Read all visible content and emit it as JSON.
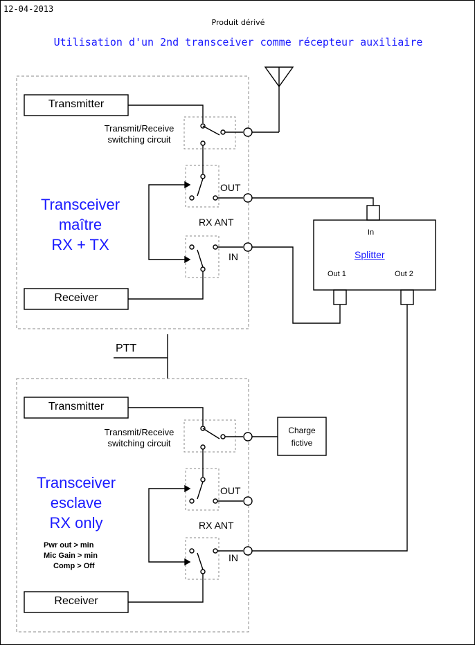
{
  "header": {
    "date": "12-04-2013",
    "subtitle": "Produit dérivé",
    "title": "Utilisation d'un 2nd transceiver comme récepteur auxiliaire"
  },
  "master": {
    "name_lines": [
      "Transceiver",
      "maître",
      "RX + TX"
    ],
    "transmitter": "Transmitter",
    "receiver": "Receiver",
    "switch_lines": [
      "Transmit/Receive",
      "switching circuit"
    ],
    "out_label": "OUT",
    "in_label": "IN",
    "rx_ant": "RX ANT"
  },
  "slave": {
    "name_lines": [
      "Transceiver",
      "esclave",
      "RX only"
    ],
    "notes": [
      "Pwr out > min",
      "Mic Gain > min",
      "Comp > Off"
    ],
    "transmitter": "Transmitter",
    "receiver": "Receiver",
    "switch_lines": [
      "Transmit/Receive",
      "switching circuit"
    ],
    "out_label": "OUT",
    "in_label": "IN",
    "rx_ant": "RX ANT"
  },
  "splitter": {
    "name": "Splitter",
    "in_label": "In",
    "out1_label": "Out 1",
    "out2_label": "Out 2"
  },
  "ptt": "PTT",
  "dummy_load_lines": [
    "Charge",
    "fictive"
  ],
  "colors": {
    "accent": "#1a1aff",
    "line": "#000000",
    "dashed": "#808080"
  }
}
